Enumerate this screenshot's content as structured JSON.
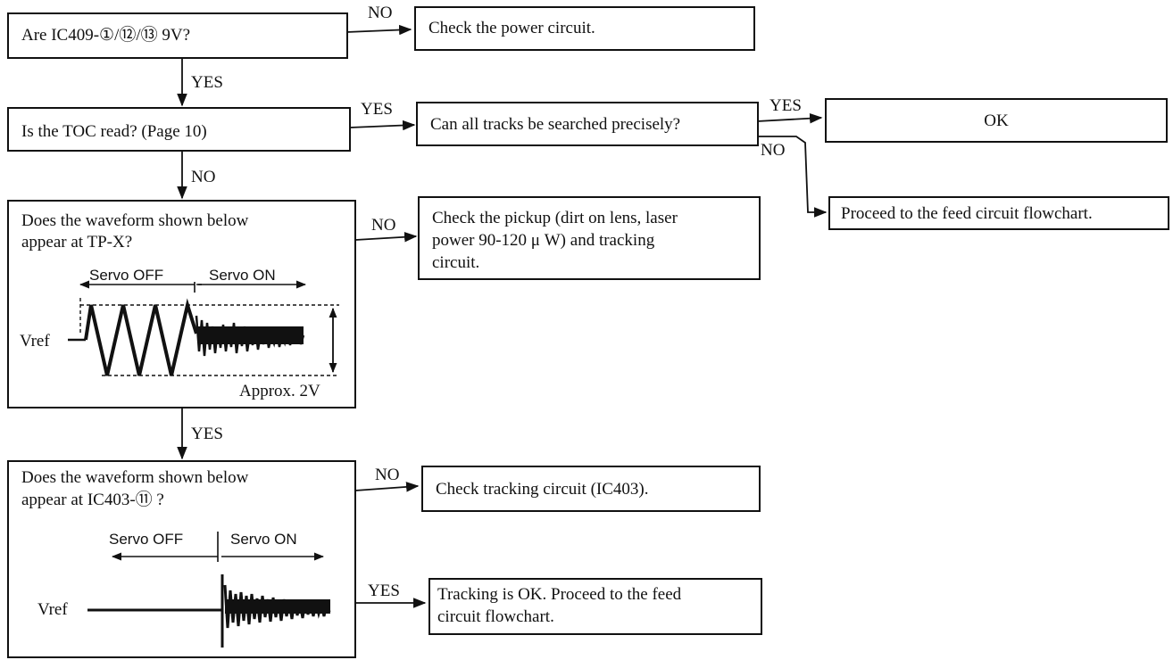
{
  "boxes": {
    "q_power": "Are IC409-①/⑫/⑬ 9V?",
    "a_power": "Check the power circuit.",
    "q_toc": "Is the TOC read? (Page 10)",
    "q_search": "Can all tracks be searched precisely?",
    "a_ok": "OK",
    "a_feed": "Proceed to the feed circuit flowchart.",
    "q_tpx_line1": "Does the waveform shown below",
    "q_tpx_line2": "appear at TP-X?",
    "a_pickup_line1": "Check the pickup (dirt on lens, laser",
    "a_pickup_line2": "power 90-120 μ W) and tracking",
    "a_pickup_line3": "circuit.",
    "q_ic403_line1": "Does the waveform shown below",
    "q_ic403_line2": "appear at IC403-⑪ ?",
    "a_tracking": "Check tracking circuit (IC403).",
    "a_trackok_line1": "Tracking is OK. Proceed to the feed",
    "a_trackok_line2": "circuit flowchart."
  },
  "edges": {
    "no_1": "NO",
    "yes_1": "YES",
    "yes_2": "YES",
    "yes_3": "YES",
    "no_2": "NO",
    "no_3": "NO",
    "no_4": "NO",
    "yes_4": "YES",
    "no_5": "NO",
    "yes_5": "YES"
  },
  "waveform1": {
    "servo_off": "Servo OFF",
    "servo_on": "Servo ON",
    "vref": "Vref",
    "amplitude": "Approx. 2V"
  },
  "waveform2": {
    "servo_off": "Servo OFF",
    "servo_on": "Servo ON",
    "vref": "Vref"
  }
}
